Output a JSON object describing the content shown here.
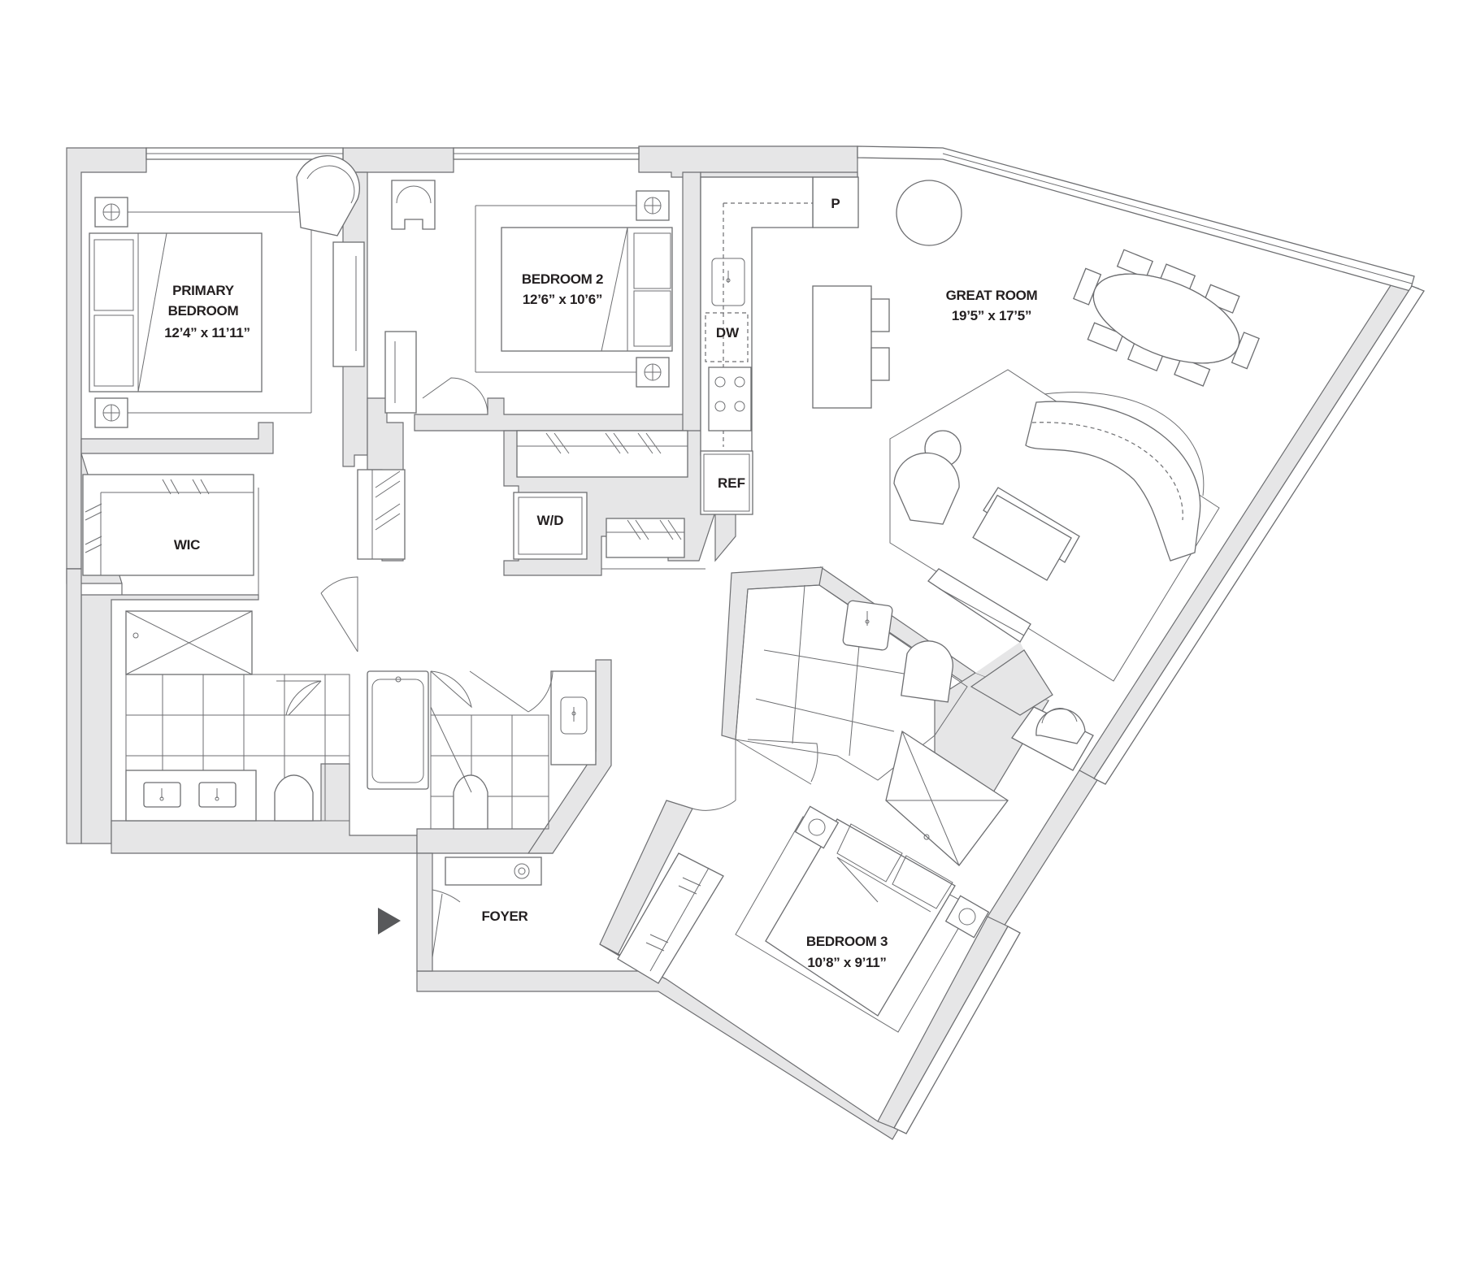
{
  "rooms": {
    "primary_bedroom": {
      "name_line1": "PRIMARY",
      "name_line2": "BEDROOM",
      "size": "12’4” x 11’11”"
    },
    "bedroom_2": {
      "name": "BEDROOM 2",
      "size": "12’6” x 10’6”"
    },
    "great_room": {
      "name": "GREAT ROOM",
      "size": "19’5” x 17’5”"
    },
    "bedroom_3": {
      "name": "BEDROOM 3",
      "size": "10’8” x 9’11”"
    },
    "wic": {
      "name": "WIC"
    },
    "foyer": {
      "name": "FOYER"
    }
  },
  "fixtures": {
    "pantry": "P",
    "dishwasher": "DW",
    "refrigerator": "REF",
    "washer_dryer": "W/D"
  },
  "colors": {
    "wall_fill": "#e6e6e7",
    "line": "#6d6e71",
    "text": "#231f20",
    "entry_marker": "#58595b"
  }
}
